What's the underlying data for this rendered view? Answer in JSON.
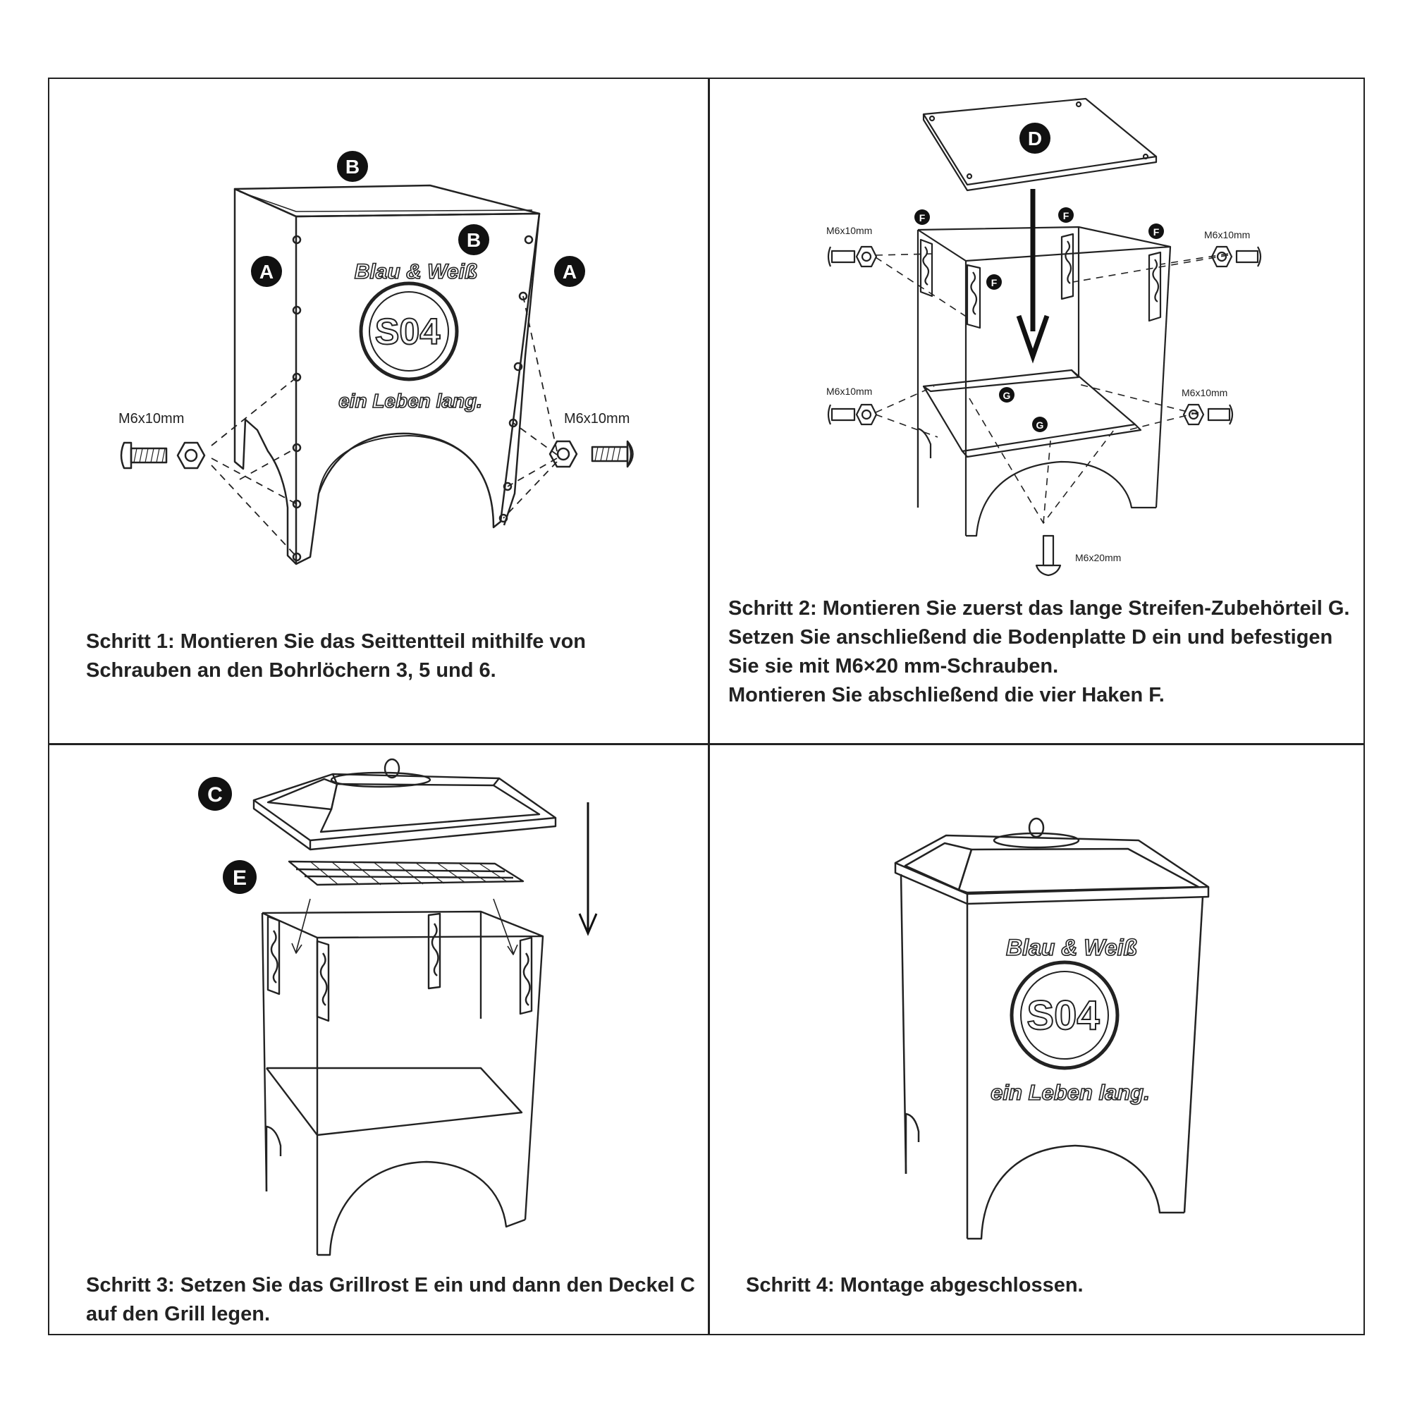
{
  "steps": [
    {
      "caption_lines": [
        "Schritt 1: Montieren Sie das Seittentteil mithilfe von",
        "Schrauben an den Bohrlöchern 3, 5 und 6."
      ],
      "screw_left": "M6x10mm",
      "screw_right": "M6x10mm",
      "parts": {
        "a": "A",
        "b": "B"
      },
      "logo_top": "Blau & Weiß",
      "logo_emblem": "S04",
      "logo_bottom": "ein Leben lang."
    },
    {
      "caption_lines": [
        "Schritt 2: Montieren Sie zuerst das lange Streifen-Zubehörteil G.",
        "Setzen Sie anschließend die Bodenplatte D ein und befestigen",
        "Sie sie mit M6×20 mm-Schrauben.",
        "Montieren Sie abschließend die vier Haken F."
      ],
      "screw_top_left": "M6x10mm",
      "screw_top_right": "M6x10mm",
      "screw_bottom_left": "M6x10mm",
      "screw_bottom_right": "M6x10mm",
      "screw_long": "M6x20mm",
      "parts": {
        "d": "D",
        "f": "F",
        "g": "G"
      }
    },
    {
      "caption_lines": [
        "Schritt 3: Setzen Sie das Grillrost E ein und dann den Deckel C",
        "auf den Grill legen."
      ],
      "parts": {
        "c": "C",
        "e": "E"
      }
    },
    {
      "caption_lines": [
        "Schritt 4: Montage abgeschlossen."
      ],
      "logo_top": "Blau & Weiß",
      "logo_emblem": "S04",
      "logo_bottom": "ein Leben lang."
    }
  ]
}
